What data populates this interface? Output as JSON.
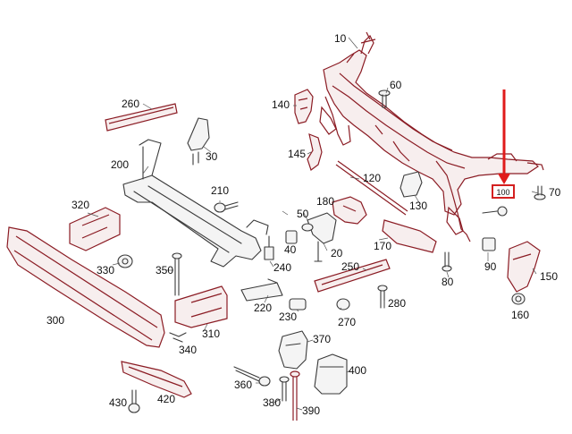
{
  "diagram": {
    "callouts": [
      {
        "id": "c10",
        "label": "10"
      },
      {
        "id": "c20",
        "label": "20"
      },
      {
        "id": "c30",
        "label": "30"
      },
      {
        "id": "c40",
        "label": "40"
      },
      {
        "id": "c50",
        "label": "50"
      },
      {
        "id": "c60",
        "label": "60"
      },
      {
        "id": "c70",
        "label": "70"
      },
      {
        "id": "c80",
        "label": "80"
      },
      {
        "id": "c90",
        "label": "90"
      },
      {
        "id": "c100",
        "label": "100"
      },
      {
        "id": "c120",
        "label": "120"
      },
      {
        "id": "c130",
        "label": "130"
      },
      {
        "id": "c140",
        "label": "140"
      },
      {
        "id": "c145",
        "label": "145"
      },
      {
        "id": "c150",
        "label": "150"
      },
      {
        "id": "c160",
        "label": "160"
      },
      {
        "id": "c170",
        "label": "170"
      },
      {
        "id": "c180",
        "label": "180"
      },
      {
        "id": "c200",
        "label": "200"
      },
      {
        "id": "c210",
        "label": "210"
      },
      {
        "id": "c220",
        "label": "220"
      },
      {
        "id": "c230",
        "label": "230"
      },
      {
        "id": "c240",
        "label": "240"
      },
      {
        "id": "c250",
        "label": "250"
      },
      {
        "id": "c260",
        "label": "260"
      },
      {
        "id": "c270",
        "label": "270"
      },
      {
        "id": "c280",
        "label": "280"
      },
      {
        "id": "c300",
        "label": "300"
      },
      {
        "id": "c310",
        "label": "310"
      },
      {
        "id": "c320",
        "label": "320"
      },
      {
        "id": "c330",
        "label": "330"
      },
      {
        "id": "c340",
        "label": "340"
      },
      {
        "id": "c350",
        "label": "350"
      },
      {
        "id": "c360",
        "label": "360"
      },
      {
        "id": "c370",
        "label": "370"
      },
      {
        "id": "c380",
        "label": "380"
      },
      {
        "id": "c390",
        "label": "390"
      },
      {
        "id": "c400",
        "label": "400"
      },
      {
        "id": "c420",
        "label": "420"
      },
      {
        "id": "c430",
        "label": "430"
      }
    ],
    "highlight": {
      "part": "100",
      "arrow_color": "#e01b1b",
      "box_color": "#d42020"
    }
  }
}
